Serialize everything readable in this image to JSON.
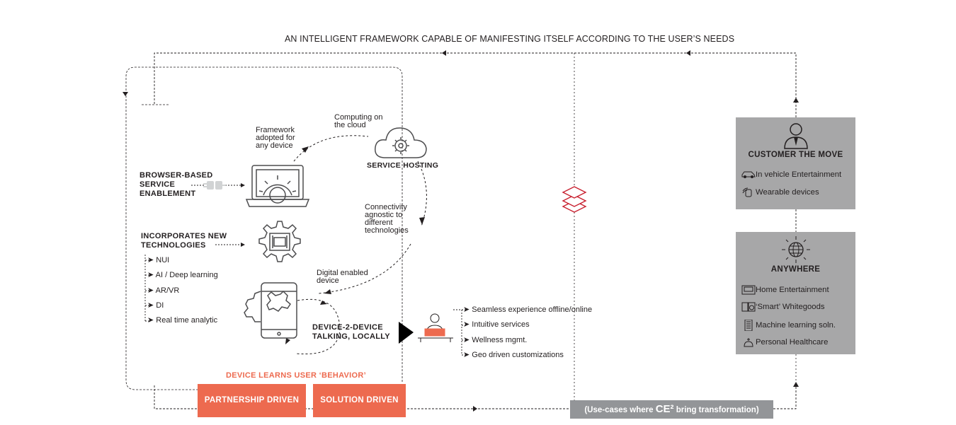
{
  "banner": "AN INTELLIGENT FRAMEWORK CAPABLE OF MANIFESTING ITSELF ACCORDING TO THE USER’S NEEDS",
  "cycle": {
    "framework_label": [
      "Framework",
      "adopted for",
      "any device"
    ],
    "cloud_label": [
      "Computing on",
      "the cloud"
    ],
    "service_hosting": "SERVICE HOSTING",
    "connectivity_label": [
      "Connectivity",
      "agnostic to",
      "different",
      "technologies"
    ],
    "digital_label": [
      "Digital enabled",
      "device"
    ],
    "d2d_label": [
      "DEVICE-2-DEVICE",
      "TALKING, LOCALLY"
    ]
  },
  "left": {
    "browser_heading": [
      "BROWSER-BASED",
      "SERVICE",
      "ENABLEMENT"
    ],
    "tech_heading": [
      "INCORPORATES NEW",
      "TECHNOLOGIES"
    ],
    "tech_items": [
      "NUI",
      "AI / Deep learning",
      "AR/VR",
      "DI",
      "Real time analytic"
    ]
  },
  "benefits": [
    "Seamless experience offline/online",
    "Intuitive services",
    "Wellness mgmt.",
    "Geo driven customizations"
  ],
  "device_learns": "DEVICE LEARNS USER ‘BEHAVIOR’",
  "buttons": {
    "partnership": "PARTNERSHIP DRIVEN",
    "solution": "SOLUTION DRIVEN"
  },
  "usecase": {
    "prefix": "(Use-cases where ",
    "brand": "CE²",
    "suffix": " bring transformation)"
  },
  "panels": {
    "customer": {
      "title": "CUSTOMER THE MOVE",
      "items": [
        {
          "icon": "car-icon",
          "label": "In vehicle Entertainment"
        },
        {
          "icon": "wearable-icon",
          "label": "Wearable devices"
        }
      ]
    },
    "anywhere": {
      "title": "ANYWHERE",
      "items": [
        {
          "icon": "tv-icon",
          "label": "Home Entertainment"
        },
        {
          "icon": "washer-icon",
          "label": "‘Smart’ Whitegoods"
        },
        {
          "icon": "server-icon",
          "label": "Machine learning soln."
        },
        {
          "icon": "health-icon",
          "label": "Personal Healthcare"
        }
      ]
    }
  },
  "colors": {
    "accent": "#ed6a4f",
    "panel": "#a7a7a8",
    "usecase": "#939598",
    "brand_red": "#c8202f",
    "ink": "#231f20"
  }
}
